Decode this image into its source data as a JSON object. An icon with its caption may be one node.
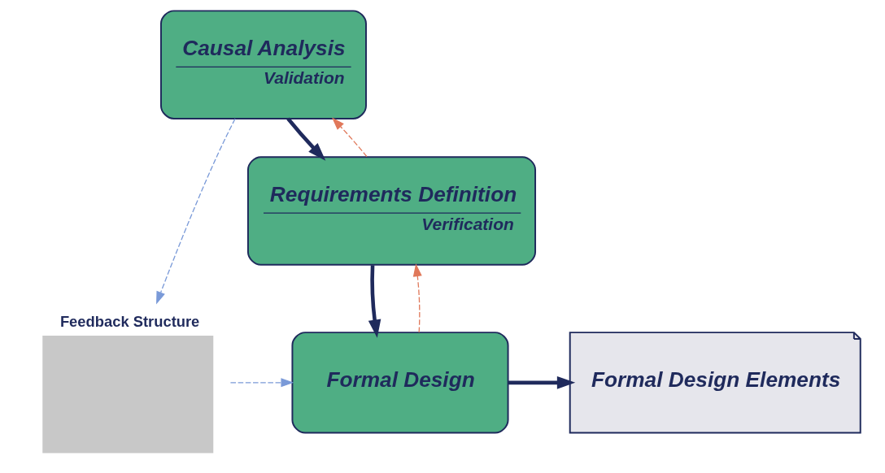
{
  "diagram": {
    "nodes": [
      {
        "text": [
          "Causal Analysis",
          "Validation"
        ]
      },
      {
        "text": [
          "Requirements Definition",
          "Verification"
        ]
      },
      {
        "text": [
          "Formal Design"
        ]
      },
      {
        "text": [
          "Formal Design Elements"
        ]
      },
      {
        "text": [
          "Feedback Structure"
        ]
      }
    ],
    "edges": [
      {
        "from": 0,
        "to": 1,
        "arrow": "to",
        "style": "thick"
      },
      {
        "from": 1,
        "to": 2,
        "arrow": "to",
        "style": "thick"
      },
      {
        "from": 2,
        "to": 3,
        "arrow": "to",
        "style": "thick"
      },
      {
        "from": 1,
        "to": 0,
        "arrow": "to",
        "style": "dashed",
        "color": "#e0785a"
      },
      {
        "from": 2,
        "to": 1,
        "arrow": "to",
        "style": "dashed",
        "color": "#e0785a"
      },
      {
        "from": 0,
        "to": 4,
        "arrow": "to",
        "style": "dashed",
        "color": "#7a9ad8"
      },
      {
        "from": 4,
        "to": 2,
        "arrow": "to",
        "style": "dashed",
        "color": "#7a9ad8"
      }
    ]
  }
}
